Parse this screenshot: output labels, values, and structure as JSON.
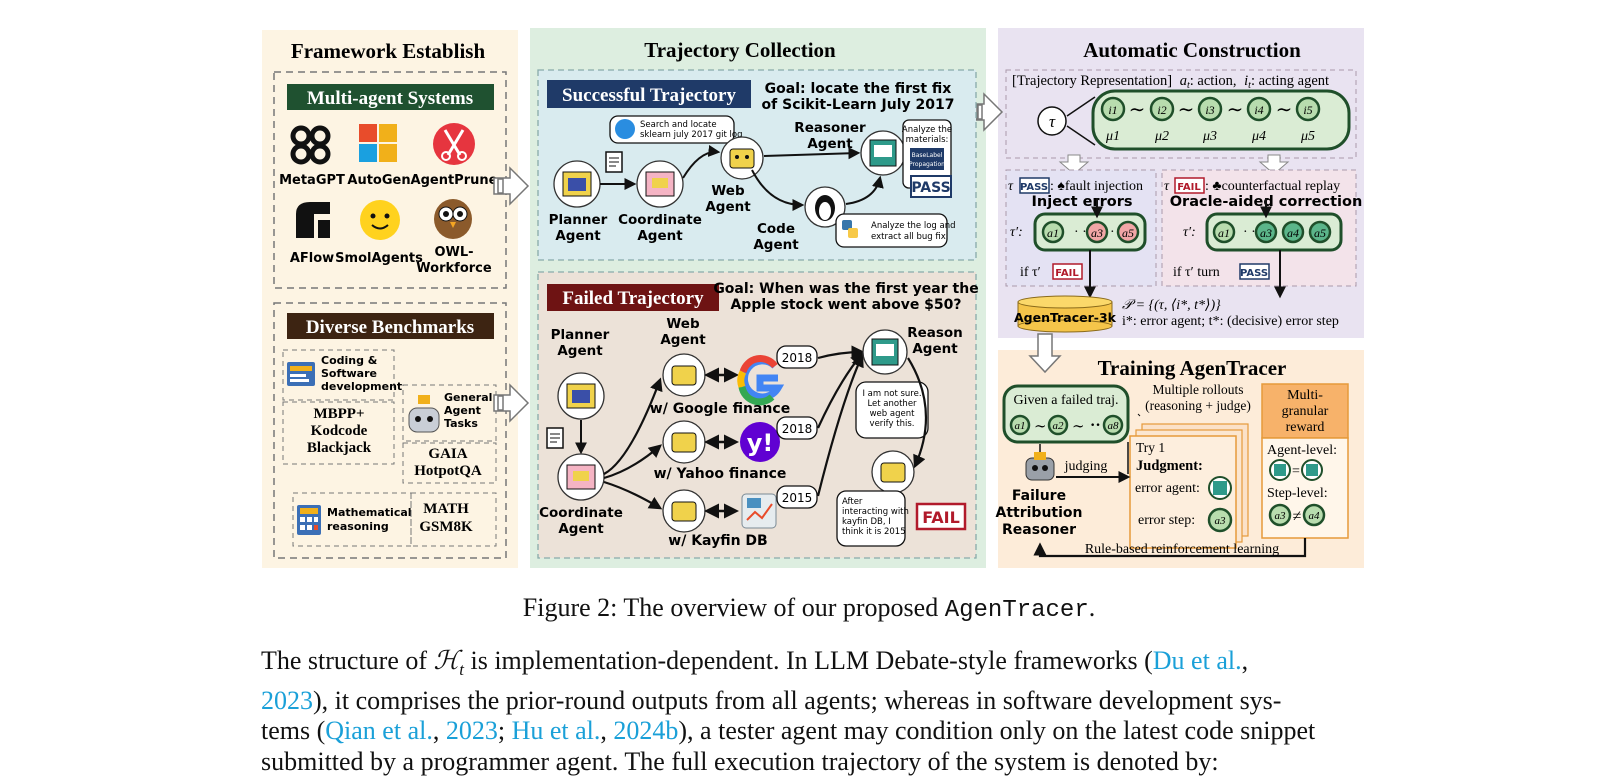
{
  "figure": {
    "sections": {
      "framework": "Framework Establish",
      "trajectory": "Trajectory Collection",
      "automatic": "Automatic Construction",
      "training": "Training AgenTracer"
    },
    "framework": {
      "mas_header": "Multi-agent Systems",
      "mas": [
        "MetaGPT",
        "AutoGen",
        "AgentPrune",
        "AFlow",
        "SmolAgents",
        "OWL-",
        "Workforce"
      ],
      "bench_header": "Diverse Benchmarks",
      "bench_cats": {
        "coding": [
          "Coding &",
          "Software",
          "development"
        ],
        "general": [
          "General",
          "Agent",
          "Tasks"
        ],
        "math": [
          "Mathematical",
          "reasoning"
        ]
      },
      "bench_names": {
        "coding": [
          "MBPP+",
          "Kodcode",
          "Blackjack"
        ],
        "general": [
          "GAIA",
          "HotpotQA"
        ],
        "math": [
          "MATH",
          "GSM8K"
        ]
      }
    },
    "success": {
      "label": "Successful Trajectory",
      "goal": [
        "Goal: locate the first fix",
        "of Scikit-Learn July 2017"
      ],
      "bubble1": [
        "Search and locate",
        "sklearn july 2017 git log"
      ],
      "bubble2": [
        "Analyze the",
        "materials:"
      ],
      "doc": [
        "BaseLabel",
        "Propagation"
      ],
      "bubble3": [
        "Analyze the log and",
        "extract all bug fix"
      ],
      "agents": {
        "planner": [
          "Planner",
          "Agent"
        ],
        "coordinate": [
          "Coordinate",
          "Agent"
        ],
        "web": [
          "Web",
          "Agent"
        ],
        "code": [
          "Code",
          "Agent"
        ],
        "reasoner": [
          "Reasoner",
          "Agent"
        ]
      },
      "pass": "PASS"
    },
    "failed": {
      "label": "Failed Trajectory",
      "goal": [
        "Goal: When was the first year the",
        "Apple stock went above $50?"
      ],
      "agents": {
        "planner": [
          "Planner",
          "Agent"
        ],
        "coordinate": [
          "Coordinate",
          "Agent"
        ],
        "web": [
          "Web",
          "Agent"
        ],
        "reason": [
          "Reason",
          "Agent"
        ]
      },
      "sources": [
        "w/ Google finance",
        "w/ Yahoo finance",
        "w/ Kayfin DB"
      ],
      "years": [
        "2018",
        "2018",
        "2015"
      ],
      "bubble_reason": [
        "I am not sure.",
        "Let another",
        "web agent",
        "verify this."
      ],
      "bubble_after": [
        "After",
        "interacting with",
        "kayfin DB, I",
        "think it is 2015"
      ],
      "fail": "FAIL"
    },
    "construction": {
      "rep_prefix": "[Trajectory Representation]",
      "rep_a": "a",
      "rep_a_sub": "t",
      "rep_action": ": action,",
      "rep_i": "i",
      "rep_i_sub": "t",
      "rep_agent": ": acting agent",
      "tau": "τ",
      "mu": [
        "μ1",
        "μ2",
        "μ3",
        "μ4",
        "μ5"
      ],
      "nodes": [
        "i1",
        "i2",
        "i3",
        "i4",
        "i5"
      ],
      "left_pass": "PASS",
      "left_title": ": ♠fault injection",
      "left_sub": "Inject errors",
      "right_fail": "FAIL",
      "right_title": ": ♣counterfactual replay",
      "right_sub": "Oracle-aided correction",
      "tau_prime": "τ′:",
      "if_left": "if τ′",
      "if_right": "if τ′ turn",
      "fail_small": "FAIL",
      "pass_small": "PASS",
      "left_nodes": [
        "a1",
        "a3",
        "a5"
      ],
      "right_nodes": [
        "a1",
        "a3",
        "a4",
        "a5"
      ],
      "dataset": "AgenTracer-3k",
      "pset": "𝒫 = {(τ, ⟨i*, t*⟩)}",
      "pdesc": "i*: error agent; t*: (decisive) error step"
    },
    "training": {
      "given": "Given a failed traj.",
      "nodes": [
        "a1",
        "a2",
        "a8"
      ],
      "rollouts": [
        "Multiple rollouts",
        "(reasoning + judge)"
      ],
      "try": "Try 1",
      "judgment": "Judgment:",
      "error_agent": "error agent:",
      "error_step": "error step:",
      "step_node": "a3",
      "judging": "judging",
      "reasoner": [
        "Failure",
        "Attribution",
        "Reasoner"
      ],
      "reward_title": [
        "Multi-",
        "granular",
        "reward"
      ],
      "agent_level": "Agent-level:",
      "step_level": "Step-level:",
      "rl": "Rule-based reinforcement learning",
      "step_a": "a3",
      "step_b": "a4"
    }
  },
  "caption": {
    "prefix": "Figure 2: The overview of our proposed ",
    "name": "AgenTracer",
    "suffix": "."
  },
  "paragraph": {
    "l1a": "The structure of ",
    "l1H": "ℋ",
    "l1Hsub": "t",
    "l1b": " is implementation-dependent.  In LLM Debate-style frameworks (",
    "l1c": "Du et al.",
    "l1d": ",",
    "l2a": "2023",
    "l2b": "), it comprises the prior-round outputs from all agents; whereas in software development sys-",
    "l3a": "tems (",
    "l3b": "Qian et al.",
    "l3c": ", ",
    "l3d": "2023",
    "l3e": "; ",
    "l3f": "Hu et al.",
    "l3g": ", ",
    "l3h": "2024b",
    "l3i": "), a tester agent may condition only on the latest code snippet",
    "l4": "submitted by a programmer agent. The full execution trajectory of the system is denoted by:"
  }
}
